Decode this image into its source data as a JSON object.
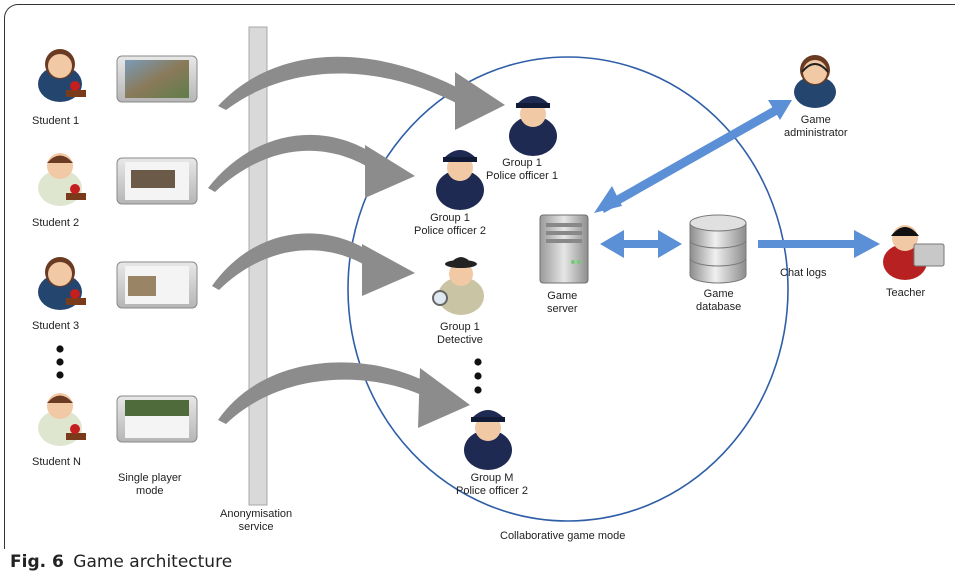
{
  "students": [
    {
      "label": "Student 1",
      "style": "female"
    },
    {
      "label": "Student 2",
      "style": "male"
    },
    {
      "label": "Student 3",
      "style": "female"
    },
    {
      "label": "Student N",
      "style": "male"
    }
  ],
  "single_player_mode": [
    "Single player",
    "mode"
  ],
  "anonymisation_service": [
    "Anonymisation",
    "service"
  ],
  "collaborative_mode": "Collaborative game mode",
  "group_roles": [
    {
      "line1": "Group 1",
      "line2": "Police officer 1",
      "icon": "police-officer-icon"
    },
    {
      "line1": "Group 1",
      "line2": "Police officer 2",
      "icon": "police-officer-icon"
    },
    {
      "line1": "Group 1",
      "line2": "Detective",
      "icon": "detective-icon"
    },
    {
      "line1": "Group M",
      "line2": "Police officer 2",
      "icon": "police-officer-icon"
    }
  ],
  "game_server": [
    "Game",
    "server"
  ],
  "game_database": [
    "Game",
    "database"
  ],
  "game_administrator": [
    "Game",
    "administrator"
  ],
  "teacher": "Teacher",
  "chat_logs": "Chat logs",
  "caption": {
    "prefix": "Fig. 6",
    "title": "Game architecture"
  },
  "colors": {
    "arrow_gray": "#8c8c8c",
    "arrow_blue": "#5b8fd6",
    "ellipse": "#2f5ea8",
    "bar": "#d9d9d9"
  }
}
